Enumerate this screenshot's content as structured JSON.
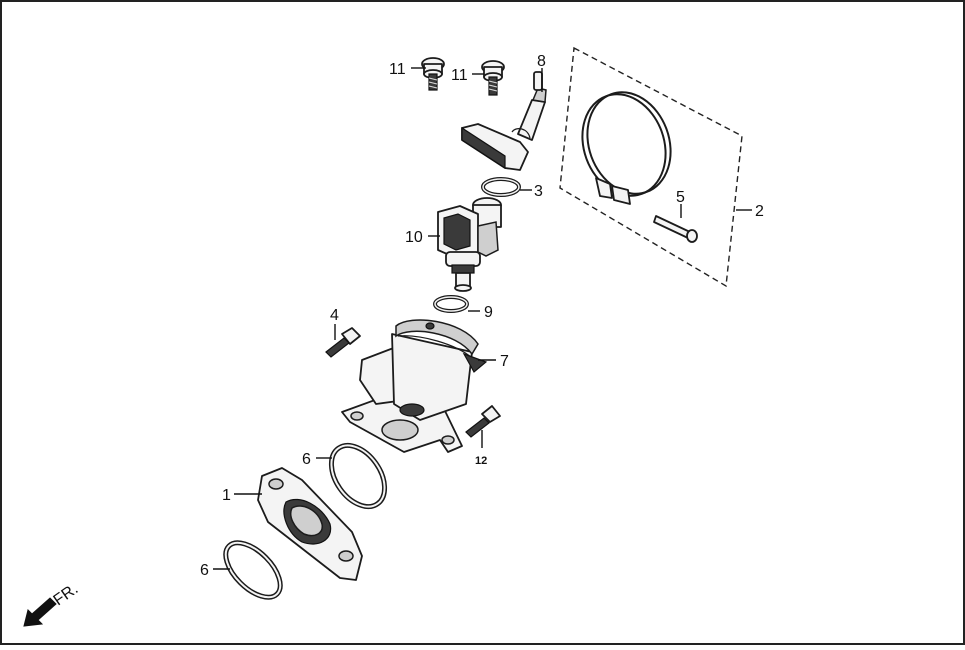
{
  "diagram": {
    "callouts": {
      "c1": "1",
      "c2": "2",
      "c3": "3",
      "c4": "4",
      "c5": "5",
      "c6a": "6",
      "c6b": "6",
      "c7": "7",
      "c8": "8",
      "c9": "9",
      "c10": "10",
      "c11a": "11",
      "c11b": "11",
      "c12": "12"
    },
    "direction_label": "FR."
  }
}
